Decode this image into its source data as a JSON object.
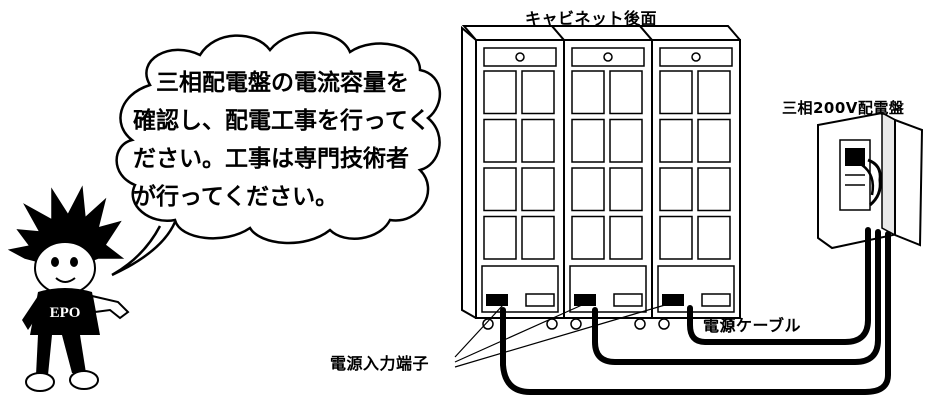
{
  "labels": {
    "cabinet_rear": "キャビネット後面",
    "distribution_panel": "三相200V配電盤",
    "power_input_terminal": "電源入力端子",
    "power_cable": "電源ケーブル"
  },
  "speech_bubble": {
    "lines": [
      "　三相配電盤の電流容量を",
      "確認し、配電工事を行ってく",
      "ださい。工事は専門技術者",
      "が行ってください。"
    ]
  },
  "mascot": {
    "shirt_text": "EPO"
  },
  "cabinets": {
    "count": 3,
    "panel_rows": 4,
    "panel_cols": 2
  }
}
